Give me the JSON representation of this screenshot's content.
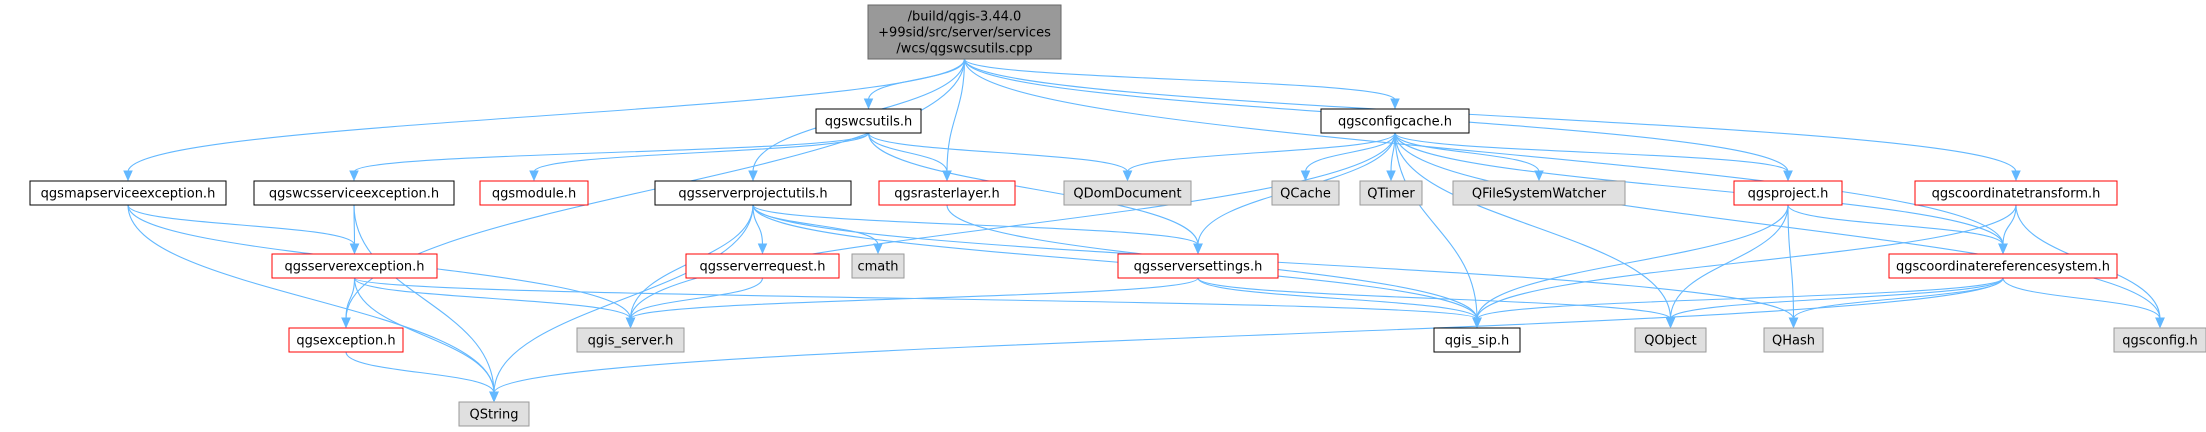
{
  "colors": {
    "edge": "#63b8ff",
    "root_fill": "#999999",
    "root_border": "#666666",
    "plain_fill": "#ffffff",
    "plain_border": "#000000",
    "red_fill": "#ffffff",
    "red_border": "#ff0000",
    "ext_fill": "#e0e0e0",
    "ext_border": "#999999"
  },
  "nodes": [
    {
      "id": "root",
      "lines": [
        "/build/qgis-3.44.0",
        "+99sid/src/server/services",
        "/wcs/qgswcsutils.cpp"
      ],
      "style": "root"
    },
    {
      "id": "mapsvcexc",
      "lines": [
        "qgsmapserviceexception.h"
      ],
      "style": "plain"
    },
    {
      "id": "wcsutils",
      "lines": [
        "qgswcsutils.h"
      ],
      "style": "plain"
    },
    {
      "id": "configcache",
      "lines": [
        "qgsconfigcache.h"
      ],
      "style": "plain"
    },
    {
      "id": "coordtransform",
      "lines": [
        "qgscoordinatetransform.h"
      ],
      "style": "red"
    },
    {
      "id": "wcssvcexc",
      "lines": [
        "qgswcsserviceexception.h"
      ],
      "style": "plain"
    },
    {
      "id": "module",
      "lines": [
        "qgsmodule.h"
      ],
      "style": "red"
    },
    {
      "id": "projutils",
      "lines": [
        "qgsserverprojectutils.h"
      ],
      "style": "plain"
    },
    {
      "id": "rasterlayer",
      "lines": [
        "qgsrasterlayer.h"
      ],
      "style": "red"
    },
    {
      "id": "domdoc",
      "lines": [
        "QDomDocument"
      ],
      "style": "ext"
    },
    {
      "id": "qcache",
      "lines": [
        "QCache"
      ],
      "style": "ext"
    },
    {
      "id": "qtimer",
      "lines": [
        "QTimer"
      ],
      "style": "ext"
    },
    {
      "id": "qfsw",
      "lines": [
        "QFileSystemWatcher"
      ],
      "style": "ext"
    },
    {
      "id": "project",
      "lines": [
        "qgsproject.h"
      ],
      "style": "red"
    },
    {
      "id": "serverexc",
      "lines": [
        "qgsserverexception.h"
      ],
      "style": "red"
    },
    {
      "id": "serverreq",
      "lines": [
        "qgsserverrequest.h"
      ],
      "style": "red"
    },
    {
      "id": "cmath",
      "lines": [
        "cmath"
      ],
      "style": "ext"
    },
    {
      "id": "serversettings",
      "lines": [
        "qgsserversettings.h"
      ],
      "style": "red"
    },
    {
      "id": "crs",
      "lines": [
        "qgscoordinatereferencesystem.h"
      ],
      "style": "red"
    },
    {
      "id": "exception",
      "lines": [
        "qgsexception.h"
      ],
      "style": "red"
    },
    {
      "id": "qgisserver",
      "lines": [
        "qgis_server.h"
      ],
      "style": "ext"
    },
    {
      "id": "qgissip",
      "lines": [
        "qgis_sip.h"
      ],
      "style": "plain"
    },
    {
      "id": "qobject",
      "lines": [
        "QObject"
      ],
      "style": "ext"
    },
    {
      "id": "qhash",
      "lines": [
        "QHash"
      ],
      "style": "ext"
    },
    {
      "id": "qgsconfig",
      "lines": [
        "qgsconfig.h"
      ],
      "style": "ext"
    },
    {
      "id": "qstring",
      "lines": [
        "QString"
      ],
      "style": "ext"
    }
  ],
  "edges": [
    [
      "root",
      "mapsvcexc"
    ],
    [
      "root",
      "wcsutils"
    ],
    [
      "root",
      "configcache"
    ],
    [
      "root",
      "coordtransform"
    ],
    [
      "root",
      "exception"
    ],
    [
      "root",
      "projutils"
    ],
    [
      "root",
      "rasterlayer"
    ],
    [
      "root",
      "project"
    ],
    [
      "root",
      "crs"
    ],
    [
      "mapsvcexc",
      "serverexc"
    ],
    [
      "mapsvcexc",
      "qgisserver"
    ],
    [
      "mapsvcexc",
      "qstring"
    ],
    [
      "wcsutils",
      "wcssvcexc"
    ],
    [
      "wcsutils",
      "module"
    ],
    [
      "wcsutils",
      "rasterlayer"
    ],
    [
      "wcsutils",
      "domdoc"
    ],
    [
      "wcsutils",
      "serversettings"
    ],
    [
      "wcssvcexc",
      "serverexc"
    ],
    [
      "wcssvcexc",
      "qstring"
    ],
    [
      "serverexc",
      "exception"
    ],
    [
      "serverexc",
      "qgisserver"
    ],
    [
      "serverexc",
      "qstring"
    ],
    [
      "serverexc",
      "qgissip"
    ],
    [
      "exception",
      "qstring"
    ],
    [
      "projutils",
      "serverreq"
    ],
    [
      "projutils",
      "cmath"
    ],
    [
      "projutils",
      "serversettings"
    ],
    [
      "projutils",
      "qgisserver"
    ],
    [
      "projutils",
      "qstring"
    ],
    [
      "projutils",
      "qgissip"
    ],
    [
      "projutils",
      "qhash"
    ],
    [
      "serverreq",
      "qgisserver"
    ],
    [
      "serversettings",
      "qgisserver"
    ],
    [
      "serversettings",
      "qgissip"
    ],
    [
      "serversettings",
      "qobject"
    ],
    [
      "rasterlayer",
      "qgissip"
    ],
    [
      "configcache",
      "domdoc"
    ],
    [
      "configcache",
      "qcache"
    ],
    [
      "configcache",
      "qtimer"
    ],
    [
      "configcache",
      "qfsw"
    ],
    [
      "configcache",
      "project"
    ],
    [
      "configcache",
      "serversettings"
    ],
    [
      "configcache",
      "qgisserver"
    ],
    [
      "configcache",
      "qgissip"
    ],
    [
      "configcache",
      "qobject"
    ],
    [
      "configcache",
      "crs"
    ],
    [
      "configcache",
      "qgsconfig"
    ],
    [
      "project",
      "qgissip"
    ],
    [
      "project",
      "qobject"
    ],
    [
      "project",
      "qhash"
    ],
    [
      "project",
      "crs"
    ],
    [
      "coordtransform",
      "crs"
    ],
    [
      "coordtransform",
      "qgissip"
    ],
    [
      "coordtransform",
      "qgsconfig"
    ],
    [
      "crs",
      "qgissip"
    ],
    [
      "crs",
      "qobject"
    ],
    [
      "crs",
      "qhash"
    ],
    [
      "crs",
      "qgsconfig"
    ],
    [
      "crs",
      "qstring"
    ]
  ]
}
